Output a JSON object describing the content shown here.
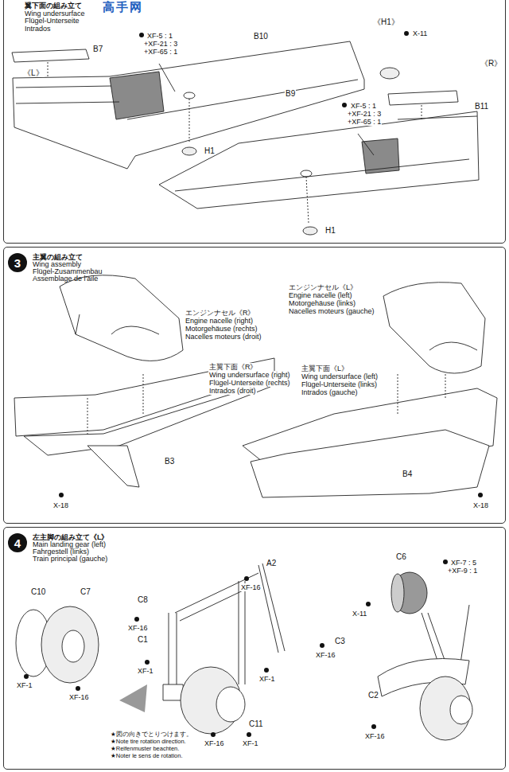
{
  "diagram": {
    "nodes": [
      {
        "text": [
          "翼下面の組み立て",
          "Wing undersurface",
          "Flügel-Unterseite",
          "Intrados"
        ]
      },
      {
        "text": [
          "主翼の組み立て",
          "Wing assembly",
          "Flügel-Zusammenbau",
          "Assemblage de l'aile"
        ]
      },
      {
        "text": [
          "3"
        ],
        "in": 1
      },
      {
        "text": [
          "左主脚の組み立て《L》",
          "Main landing gear (left)",
          "Fahrgestell (links)",
          "Train principal (gauche)"
        ]
      },
      {
        "text": [
          "4"
        ],
        "in": 3
      }
    ],
    "labels": [
      "高手网",
      "《L》",
      "B7",
      "XF-5 : 1",
      "+XF-21 : 3",
      "+XF-65 : 1",
      "B10",
      "《H1》",
      "X-11",
      "《R》",
      "H1",
      "B9",
      "XF-5 : 1",
      "+XF-21 : 3",
      "+XF-65 : 1",
      "B11",
      "H1",
      "エンジンナセル《R》",
      "Engine nacelle (right)",
      "Motorgehäuse (rechts)",
      "Nacelles moteurs (droit)",
      "主翼下面《R》",
      "Wing undersurface (right)",
      "Flügel-Unterseite (rechts)",
      "Intrados (droit)",
      "B3",
      "X-18",
      "エンジンナセル《L》",
      "Engine nacelle (left)",
      "Motorgehäuse (links)",
      "Nacelles moteurs (gauche)",
      "主翼下面《L》",
      "Wing undersurface (left)",
      "Flügel-Unterseite (links)",
      "Intrados (gauche)",
      "B4",
      "X-18",
      "C10",
      "C7",
      "XF-1",
      "XF-16",
      "A2",
      "XF-16",
      "C8",
      "XF-16",
      "C1",
      "C3",
      "XF-16",
      "XF-1",
      "XF-1",
      "C11",
      "XF-16",
      "XF-1",
      "★図の向きでとりつけます。",
      "★Note tire rotation direction.",
      "★Reifenmuster beachten.",
      "★Noter le sens de rotation.",
      "C6",
      "XF-7 : 5",
      "+XF-9 : 1",
      "X-11",
      "C2",
      "XF-16"
    ]
  }
}
